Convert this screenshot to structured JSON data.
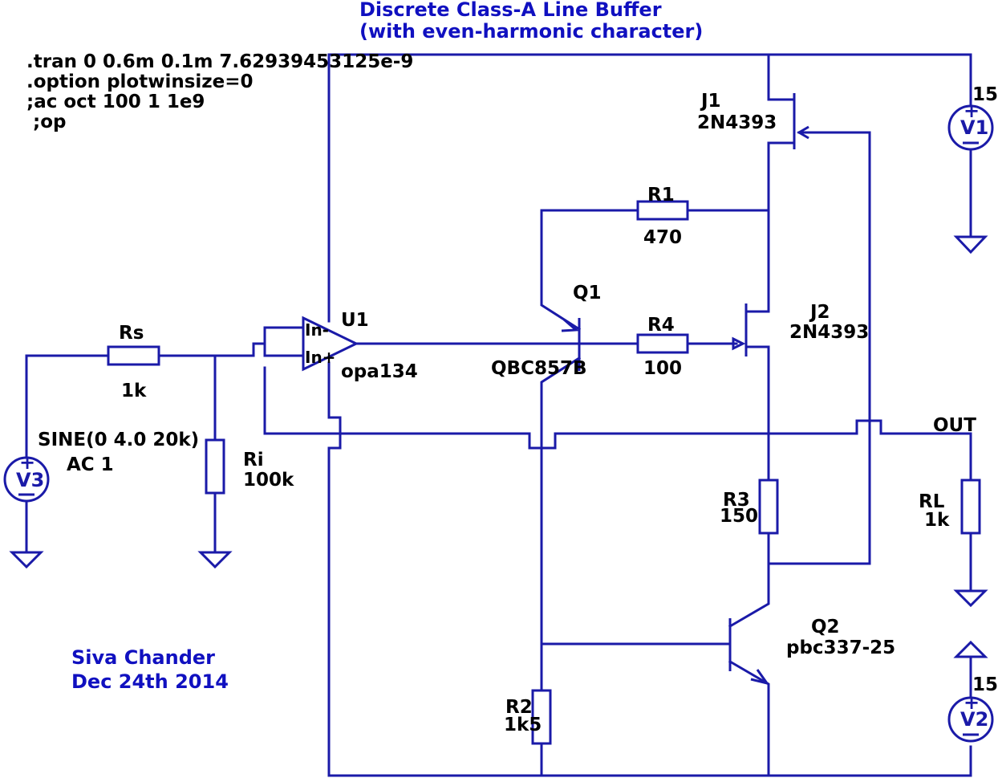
{
  "title": {
    "line1": "Discrete Class-A Line Buffer",
    "line2": "(with even-harmonic character)"
  },
  "directives": [
    ".tran 0 0.6m 0.1m 7.62939453125e-9",
    ".option plotwinsize=0",
    ";ac oct 100 1 1e9",
    " ;op"
  ],
  "author": {
    "name": "Siva Chander",
    "date": "Dec 24th 2014"
  },
  "components": {
    "J1": {
      "ref": "J1",
      "model": "2N4393"
    },
    "J2": {
      "ref": "J2",
      "model": "2N4393"
    },
    "Q1": {
      "ref": "Q1",
      "model": "QBC857B"
    },
    "Q2": {
      "ref": "Q2",
      "model": "pbc337-25"
    },
    "U1": {
      "ref": "U1",
      "model": "opa134",
      "pin_inv": "In-",
      "pin_noninv": "In+"
    },
    "R1": {
      "ref": "R1",
      "value": "470"
    },
    "R2": {
      "ref": "R2",
      "value": "1k5"
    },
    "R3": {
      "ref": "R3",
      "value": "150"
    },
    "R4": {
      "ref": "R4",
      "value": "100"
    },
    "Rs": {
      "ref": "Rs",
      "value": "1k"
    },
    "Ri": {
      "ref": "Ri",
      "value": "100k"
    },
    "RL": {
      "ref": "RL",
      "value": "1k"
    },
    "V1": {
      "ref": "V1",
      "value": "15"
    },
    "V2": {
      "ref": "V2",
      "value": "15"
    },
    "V3": {
      "ref": "V3",
      "value": "SINE(0 4.0 20k)",
      "ac": "AC 1"
    }
  },
  "net_labels": {
    "out": "OUT"
  },
  "colors": {
    "wire": "#1a1aa8",
    "comment_text": "#1010c0",
    "label_text": "#000000",
    "background": "#ffffff"
  }
}
